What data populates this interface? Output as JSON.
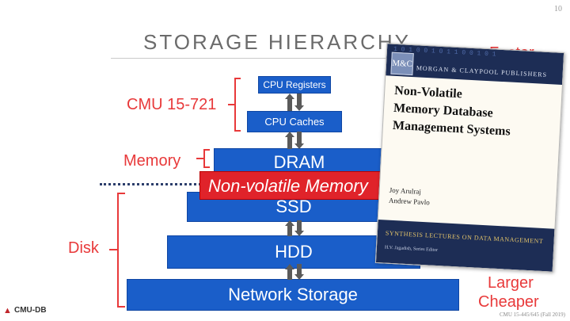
{
  "slide": {
    "number": "10",
    "title": "STORAGE HIERARCHY",
    "footer_course": "CMU 15-445/645 (Fall 2019)",
    "logo_text": "CMU-DB"
  },
  "hierarchy": {
    "levels": [
      {
        "label": "CPU Registers"
      },
      {
        "label": "CPU Caches"
      },
      {
        "label": "DRAM"
      },
      {
        "label": "SSD"
      },
      {
        "label": "HDD"
      },
      {
        "label": "Network Storage"
      }
    ],
    "overlay_label": "Non-volatile Memory"
  },
  "side_labels": {
    "cmu": "CMU 15-721",
    "memory": "Memory",
    "disk": "Disk"
  },
  "right_labels": {
    "top": "Faster",
    "bottom_line1": "Larger",
    "bottom_line2": "Cheaper"
  },
  "book": {
    "binary": "1 0 1 0 0 1 0 1 1 0 0 1 0 1",
    "logo": "M&C",
    "publisher": "MORGAN & CLAYPOOL PUBLISHERS",
    "title_lines": [
      "Non-Volatile",
      "Memory Database",
      "Management Systems"
    ],
    "authors": [
      "Joy Arulraj",
      "Andrew Pavlo"
    ],
    "series": "SYNTHESIS LECTURES ON DATA MANAGEMENT",
    "editor": "H.V. Jagadish, Series Editor"
  },
  "colors": {
    "box_blue": "#1a5ec9",
    "accent_red": "#e8393a",
    "arrow_gray": "#5a5a5a"
  }
}
